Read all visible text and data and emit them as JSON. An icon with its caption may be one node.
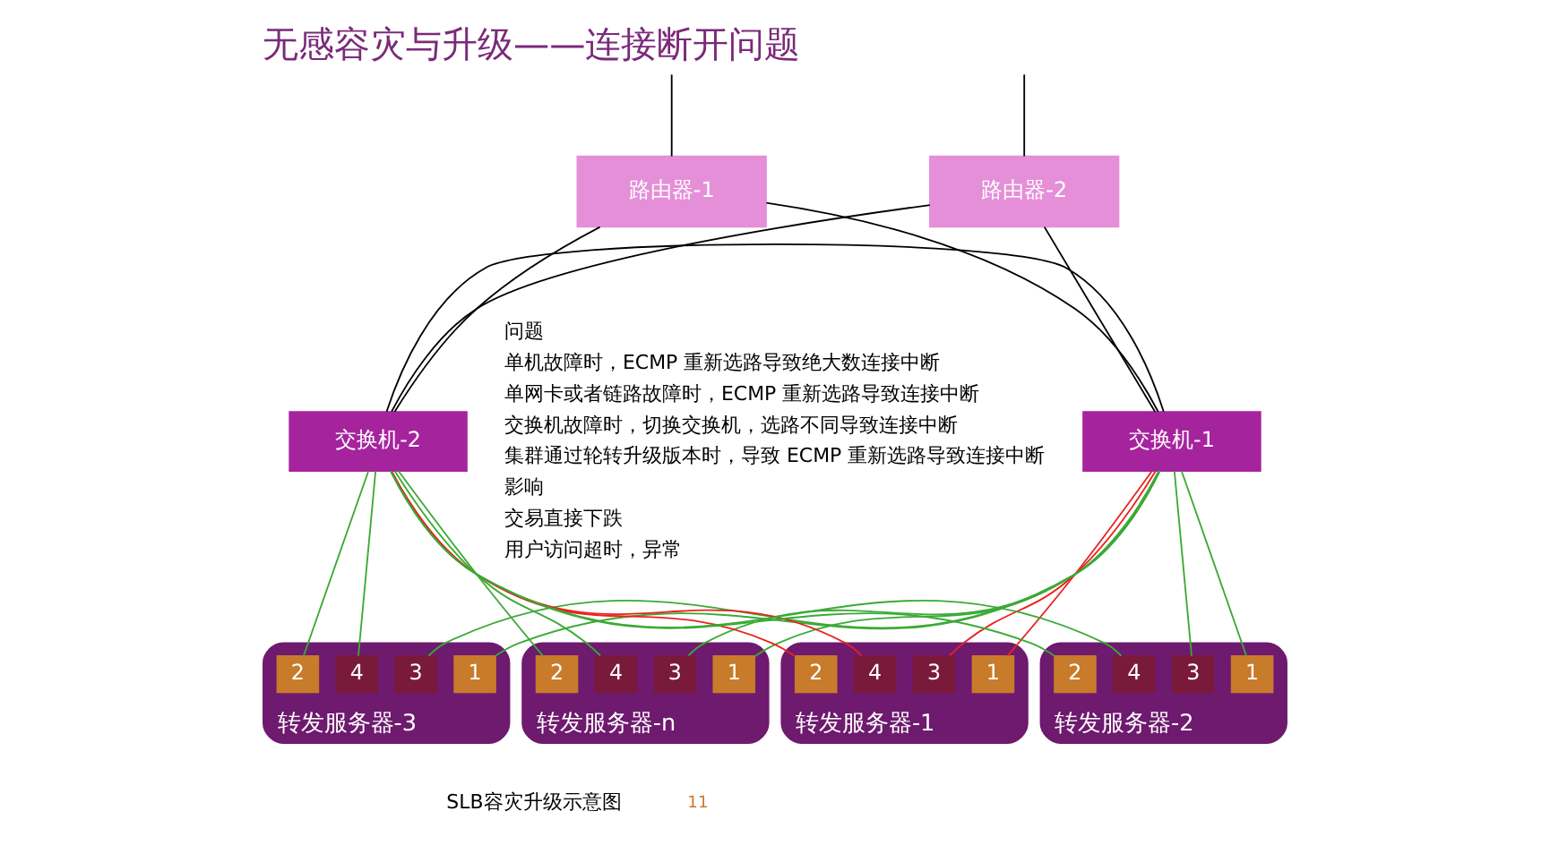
{
  "diagram": {
    "title": "无感容灾与升级——连接断开问题",
    "caption": "SLB容灾升级示意图",
    "nodes": [
      {
        "text": [
          "路由器-1"
        ]
      },
      {
        "text": [
          "路由器-2"
        ]
      },
      {
        "text": [
          "交换机-1"
        ]
      },
      {
        "text": [
          "交换机-2"
        ]
      },
      {
        "text": [
          "转发服务器-1"
        ]
      },
      {
        "text": [
          "1"
        ],
        "in": 4
      },
      {
        "text": [
          "2"
        ],
        "in": 4
      },
      {
        "text": [
          "3"
        ],
        "in": 4
      },
      {
        "text": [
          "4"
        ],
        "in": 4
      },
      {
        "text": [
          "转发服务器-2"
        ]
      },
      {
        "text": [
          "1"
        ],
        "in": 9
      },
      {
        "text": [
          "2"
        ],
        "in": 9
      },
      {
        "text": [
          "3"
        ],
        "in": 9
      },
      {
        "text": [
          "4"
        ],
        "in": 9
      },
      {
        "text": [
          "转发服务器-3"
        ]
      },
      {
        "text": [
          "1"
        ],
        "in": 14
      },
      {
        "text": [
          "2"
        ],
        "in": 14
      },
      {
        "text": [
          "3"
        ],
        "in": 14
      },
      {
        "text": [
          "4"
        ],
        "in": 14
      },
      {
        "text": [
          "转发服务器-n"
        ]
      },
      {
        "text": [
          "1"
        ],
        "in": 19
      },
      {
        "text": [
          "2"
        ],
        "in": 19
      },
      {
        "text": [
          "3"
        ],
        "in": 19
      },
      {
        "text": [
          "4"
        ],
        "in": 19
      }
    ],
    "edges": [
      {
        "from": null,
        "to": 0,
        "arrow": "none",
        "color": "#000000"
      },
      {
        "from": null,
        "to": 1,
        "arrow": "none",
        "color": "#000000"
      },
      {
        "from": 0,
        "to": 2,
        "arrow": "none",
        "color": "#000000"
      },
      {
        "from": 0,
        "to": 3,
        "arrow": "none",
        "color": "#000000"
      },
      {
        "from": 1,
        "to": 2,
        "arrow": "none",
        "color": "#000000"
      },
      {
        "from": 1,
        "to": 3,
        "arrow": "none",
        "color": "#000000"
      },
      {
        "from": 2,
        "to": 3,
        "arrow": "none",
        "color": "#000000"
      },
      {
        "from": 2,
        "to": 5,
        "arrow": "none",
        "color": "#e8231f"
      },
      {
        "from": 2,
        "to": 7,
        "arrow": "none",
        "color": "#e8231f"
      },
      {
        "from": 3,
        "to": 6,
        "arrow": "none",
        "color": "#e8231f"
      },
      {
        "from": 3,
        "to": 8,
        "arrow": "none",
        "color": "#e8231f"
      },
      {
        "from": 2,
        "to": 10,
        "arrow": "none"
      },
      {
        "from": 2,
        "to": 12,
        "arrow": "none"
      },
      {
        "from": 3,
        "to": 11,
        "arrow": "none"
      },
      {
        "from": 3,
        "to": 13,
        "arrow": "none"
      },
      {
        "from": 2,
        "to": 15,
        "arrow": "none"
      },
      {
        "from": 2,
        "to": 17,
        "arrow": "none"
      },
      {
        "from": 3,
        "to": 16,
        "arrow": "none"
      },
      {
        "from": 3,
        "to": 18,
        "arrow": "none"
      },
      {
        "from": 2,
        "to": 20,
        "arrow": "none"
      },
      {
        "from": 2,
        "to": 22,
        "arrow": "none"
      },
      {
        "from": 3,
        "to": 21,
        "arrow": "none"
      },
      {
        "from": 3,
        "to": 23,
        "arrow": "none"
      }
    ],
    "labels": [
      "问题",
      "单机故障时，ECMP 重新选路导致绝大数连接中断",
      "单网卡或者链路故障时，ECMP 重新选路导致连接中断",
      "交换机故障时，切换交换机，选路不同导致连接中断",
      "集群通过轮转升级版本时，导致 ECMP 重新选路导致连接中断",
      "影响",
      "交易直接下跌",
      "用户访问超时，异常",
      "11"
    ]
  }
}
